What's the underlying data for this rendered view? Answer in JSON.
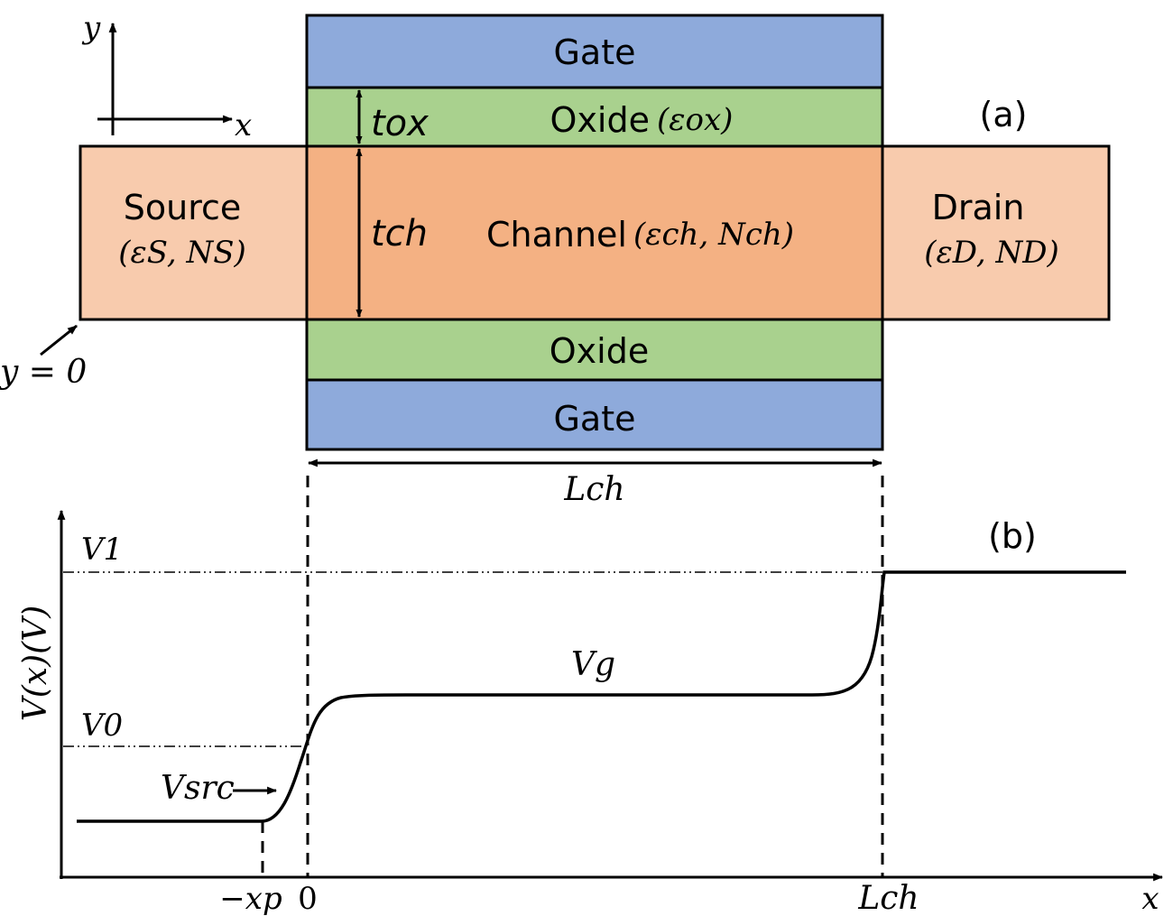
{
  "panel_a": {
    "label": "(a)",
    "top_gate": "Gate",
    "top_oxide": "Oxide",
    "top_oxide_param": "(εox)",
    "channel": "Channel",
    "channel_param": "(εch, Nch)",
    "bottom_oxide": "Oxide",
    "bottom_gate": "Gate",
    "source": "Source",
    "source_param": "(εS, NS)",
    "drain": "Drain",
    "drain_param": "(εD, ND)",
    "t_ox": "tox",
    "t_ch": "tch",
    "axis_y": "y",
    "axis_x": "x",
    "origin": "y = 0",
    "length": "Lch"
  },
  "panel_b": {
    "label": "(b)",
    "y_axis_label": "V(x)(V)",
    "x_axis_label": "x",
    "level_v1": "V1",
    "level_v0": "V0",
    "level_vg": "Vg",
    "level_vsrc": "Vsrc",
    "tick_xp": "−xp",
    "tick_zero": "0",
    "tick_lch": "Lch"
  },
  "colors": {
    "gate": "#8eaadb",
    "oxide": "#a9d18e",
    "channel": "#f4b183",
    "source_drain": "#f8cbad",
    "line": "#000000"
  }
}
